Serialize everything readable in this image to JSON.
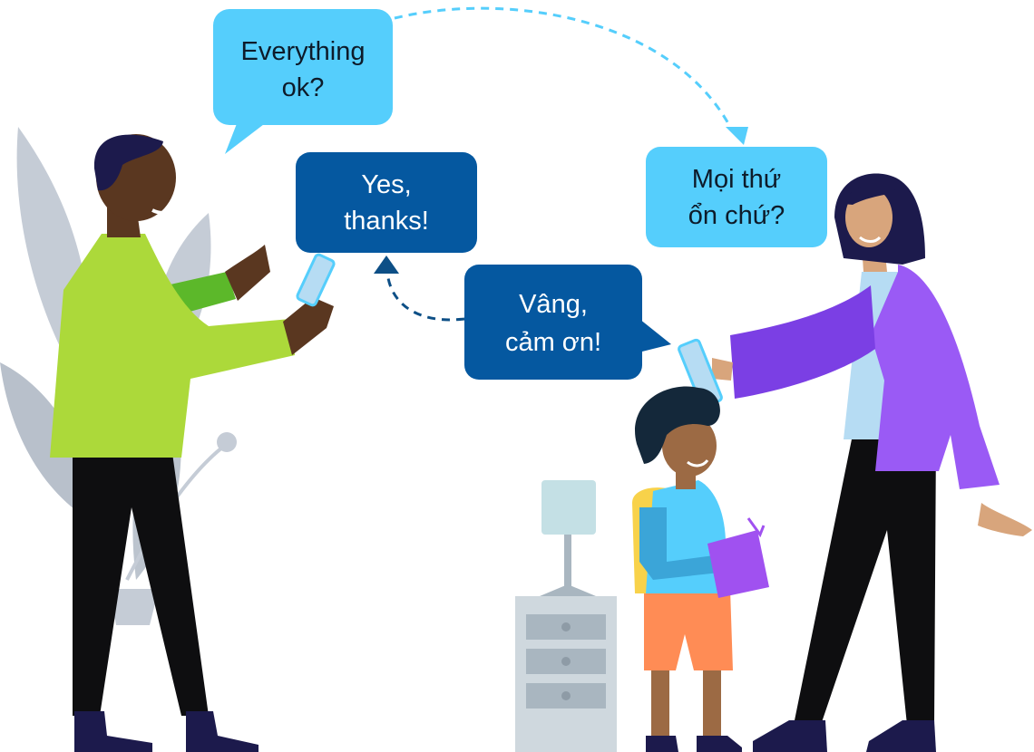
{
  "bubbles": {
    "everything_ok": {
      "lines": [
        "Everything",
        "ok?"
      ]
    },
    "yes_thanks": {
      "lines": [
        "Yes,",
        "thanks!"
      ]
    },
    "moi_thu_on_chu": {
      "lines": [
        "Mọi thứ",
        "ổn chứ?"
      ]
    },
    "vang_cam_on": {
      "lines": [
        "Vâng,",
        "cảm ơn!"
      ]
    }
  },
  "colors": {
    "bubble_light": "#55cefc",
    "bubble_dark": "#0558a0",
    "arrow_light": "#55cefc",
    "arrow_dark": "#0d4f86",
    "man_shirt": "#acd93a",
    "man_sleeve": "#5cb82a",
    "woman_jacket": "#9a5af5",
    "woman_top": "#b6dcf3",
    "boy_shirt": "#55cefc",
    "boy_shorts": "#ff8c55",
    "backpack": "#f8d24a",
    "book": "#a051f0",
    "pants": "#0e0e10",
    "shoes": "#1c1a4c",
    "dresser": "#cfd8de",
    "dresser_drawer": "#a9b6c0",
    "lamp_shade": "#c4e0e5",
    "plant": "#c5ccd6"
  },
  "icons": [
    "man-figure",
    "woman-figure",
    "boy-figure",
    "phone-icon",
    "plant-decoration",
    "dresser-lamp-decoration"
  ]
}
